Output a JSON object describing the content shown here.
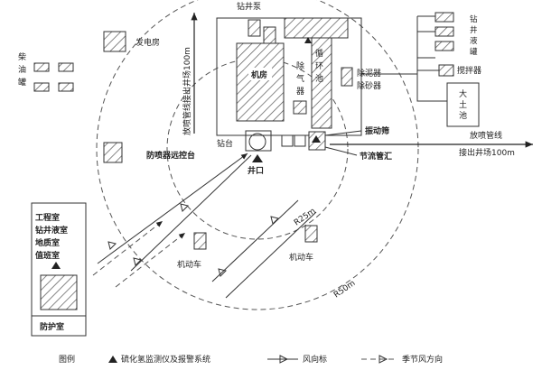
{
  "labels": {
    "generator_room": "发电房",
    "diesel_tank": [
      "柴",
      "油",
      "罐"
    ],
    "drilling_pump": "钻井泵",
    "engine_room": "机房",
    "degasser": [
      "除",
      "气",
      "器"
    ],
    "circulation_tank": [
      "循",
      "环",
      "池"
    ],
    "desilter": "除泥器",
    "desander": "除砂器",
    "mud_tank": [
      "钻",
      "井",
      "液",
      "罐"
    ],
    "mixer": "搅拌器",
    "earth_pit": [
      "大",
      "土",
      "池"
    ],
    "blowout_pipe_left": "放喷管线接出井场100m",
    "blowout_pipe_right_1": "放喷管线",
    "blowout_pipe_right_2": "接出井场100m",
    "rig_floor": "钻台",
    "wellhead": "井口",
    "shale_shaker": "振动筛",
    "choke_manifold": "节流管汇",
    "bop_remote": "防喷器远控台",
    "radius_25": "R25m",
    "radius_50": "R50m",
    "vehicle_1": "机动车",
    "vehicle_2": "机动车",
    "office": [
      "工程室",
      "钻井液室",
      "地质室",
      "值班室"
    ],
    "protection_room": "防护室"
  },
  "legend": {
    "title": "图例",
    "h2s_monitor": "硫化氢监测仪及报警系统",
    "wind_sign": "风向标",
    "seasonal_wind": "季节风方向"
  }
}
